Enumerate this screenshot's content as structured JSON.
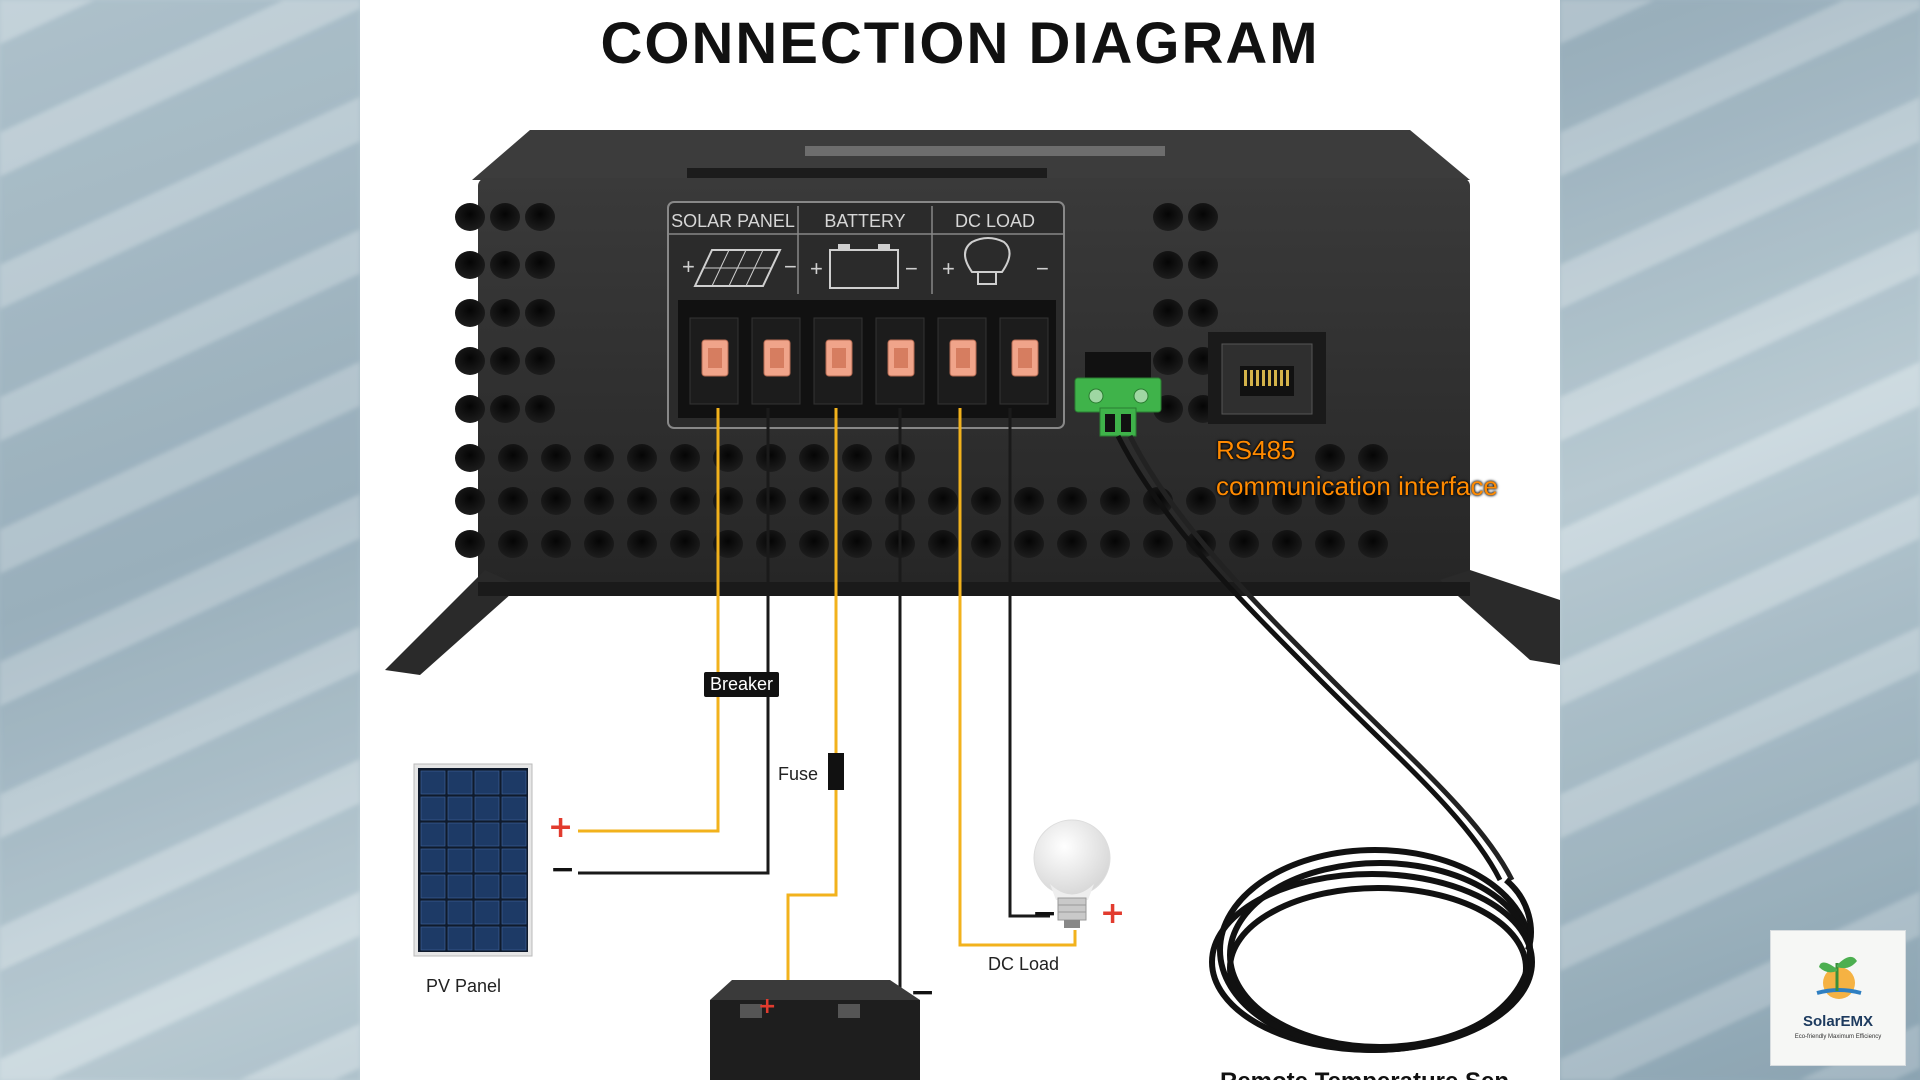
{
  "title": "CONNECTION DIAGRAM",
  "terminal_labels": [
    "SOLAR PANEL",
    "BATTERY",
    "DC LOAD"
  ],
  "components": {
    "pv_panel": "PV Panel",
    "breaker": "Breaker",
    "fuse": "Fuse",
    "dc_load": "DC Load"
  },
  "rs485": {
    "line1": "RS485",
    "line2": "communication interface"
  },
  "bottom_partial_text": "Remote Temperature Sen",
  "polarity": {
    "plus": "+",
    "minus": "−"
  },
  "logo": {
    "name": "SolarEMX",
    "tagline": "Eco-friendly Maximum Efficiency"
  },
  "colors": {
    "wire_positive": "#f2b21c",
    "wire_negative": "#1a1a1a",
    "sign_positive": "#e23b2e",
    "rs485_text": "#ff8a00",
    "connector_green": "#3fb34a",
    "device_body": "#2e2e2e"
  },
  "icons": [
    "solar-panel-icon",
    "battery-icon",
    "bulb-icon",
    "logo-plant-icon"
  ]
}
